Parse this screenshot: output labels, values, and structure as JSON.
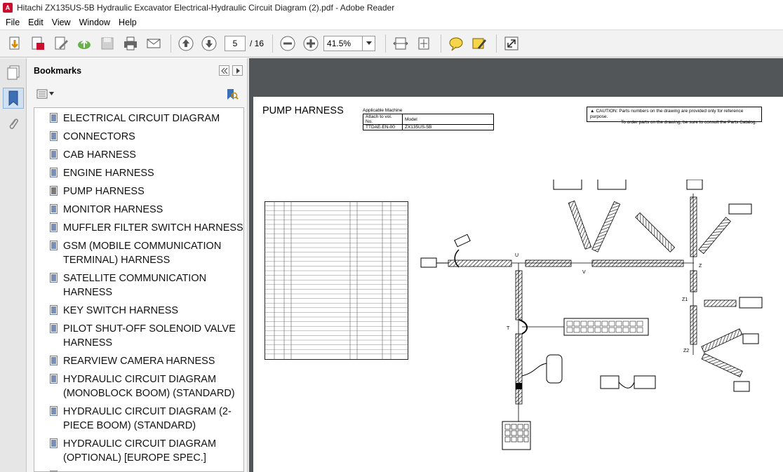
{
  "window": {
    "title": "Hitachi ZX135US-5B Hydraulic Excavator Electrical-Hydraulic Circuit Diagram (2).pdf - Adobe Reader"
  },
  "menu": [
    "File",
    "Edit",
    "View",
    "Window",
    "Help"
  ],
  "toolbar": {
    "page_current": "5",
    "page_total": "/ 16",
    "zoom": "41.5%"
  },
  "bookmarks": {
    "header": "Bookmarks",
    "items": [
      {
        "label": "ELECTRICAL CIRCUIT DIAGRAM"
      },
      {
        "label": "CONNECTORS"
      },
      {
        "label": "CAB HARNESS"
      },
      {
        "label": "ENGINE HARNESS"
      },
      {
        "label": "PUMP HARNESS",
        "selected": true
      },
      {
        "label": "MONITOR HARNESS"
      },
      {
        "label": "MUFFLER FILTER SWITCH HARNESS"
      },
      {
        "label": "GSM (MOBILE COMMUNICATION TERMINAL) HARNESS"
      },
      {
        "label": "SATELLITE COMMUNICATION HARNESS"
      },
      {
        "label": "KEY SWITCH HARNESS"
      },
      {
        "label": "PILOT SHUT-OFF SOLENOID VALVE HARNESS"
      },
      {
        "label": "REARVIEW CAMERA HARNESS"
      },
      {
        "label": "HYDRAULIC CIRCUIT DIAGRAM (MONOBLOCK BOOM) (STANDARD)"
      },
      {
        "label": "HYDRAULIC CIRCUIT DIAGRAM (2-PIECE BOOM) (STANDARD)"
      },
      {
        "label": "HYDRAULIC CIRCUIT DIAGRAM (OPTIONAL) [EUROPE SPEC.]"
      }
    ]
  },
  "document": {
    "title": "PUMP HARNESS",
    "applicable_label": "Applicable Machine",
    "applicable_headers": [
      "Attach to vol. No.",
      "Model"
    ],
    "applicable_values": [
      "TTDAE-EN-00",
      "ZX135US-5B"
    ],
    "caution_line1": "CAUTION: Parts numbers on the drawing are provided only for reference purpose.",
    "caution_line2": "To order parts on the drawing, be sure to consult the Parts Catalog.",
    "junction_labels": [
      "U",
      "V",
      "T",
      "Z",
      "Z1",
      "Z2"
    ]
  },
  "colors": {
    "toolbar_bg": "#f2f2f2",
    "doc_bg": "#525659",
    "accent": "#c8102e"
  }
}
